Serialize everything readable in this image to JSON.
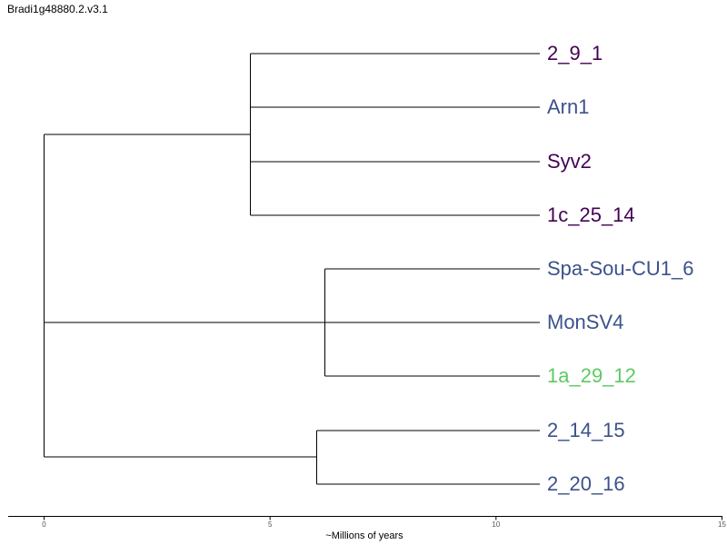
{
  "title": "Bradi1g48880.2.v3.1",
  "axis": {
    "label": "~Millions of years",
    "range": [
      0,
      15
    ],
    "ticks": [
      0,
      5,
      10,
      15
    ]
  },
  "tips": [
    {
      "label": "2_9_1",
      "color": "#440154"
    },
    {
      "label": "Arn1",
      "color": "#3b528b"
    },
    {
      "label": "Syv2",
      "color": "#440154"
    },
    {
      "label": "1c_25_14",
      "color": "#440154"
    },
    {
      "label": "Spa-Sou-CU1_6",
      "color": "#3b528b"
    },
    {
      "label": "MonSV4",
      "color": "#3b528b"
    },
    {
      "label": "1a_29_12",
      "color": "#5ec962"
    },
    {
      "label": "2_14_15",
      "color": "#3b528b"
    },
    {
      "label": "2_20_16",
      "color": "#3b528b"
    }
  ]
}
